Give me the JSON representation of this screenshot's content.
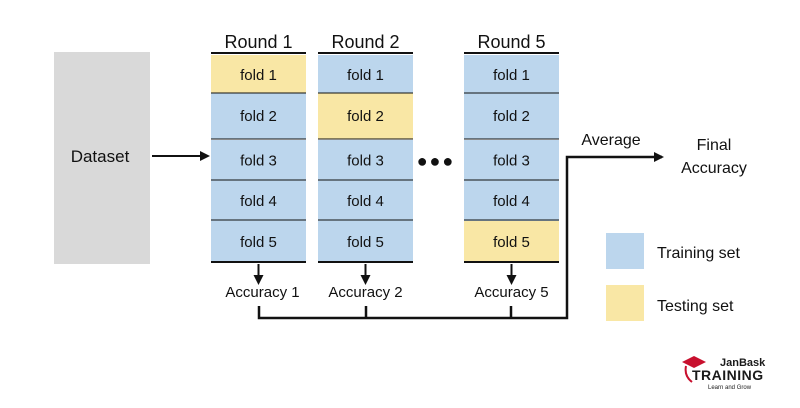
{
  "colors": {
    "training": "#bcd6ed",
    "testing": "#f9e7a5",
    "dataset": "#d9d9d9",
    "line": "#111111",
    "brand_red": "#c8102e",
    "brand_dark": "#1a1a1a"
  },
  "dataset_label": "Dataset",
  "rounds": [
    {
      "title": "Round 1",
      "accuracy": "Accuracy 1",
      "test_fold": 0
    },
    {
      "title": "Round 2",
      "accuracy": "Accuracy 2",
      "test_fold": 1
    },
    {
      "title": "Round 5",
      "accuracy": "Accuracy 5",
      "test_fold": 4
    }
  ],
  "folds": [
    "fold 1",
    "fold 2",
    "fold 3",
    "fold 4",
    "fold 5"
  ],
  "ellipsis": "●●●",
  "average_label": "Average",
  "final_label": [
    "Final",
    "Accuracy"
  ],
  "legend": [
    {
      "label": "Training set",
      "color": "#bcd6ed"
    },
    {
      "label": "Testing set",
      "color": "#f9e7a5"
    }
  ],
  "logo": {
    "name": "JanBask",
    "word": "TRAINING",
    "tagline": "Learn and Grow"
  }
}
